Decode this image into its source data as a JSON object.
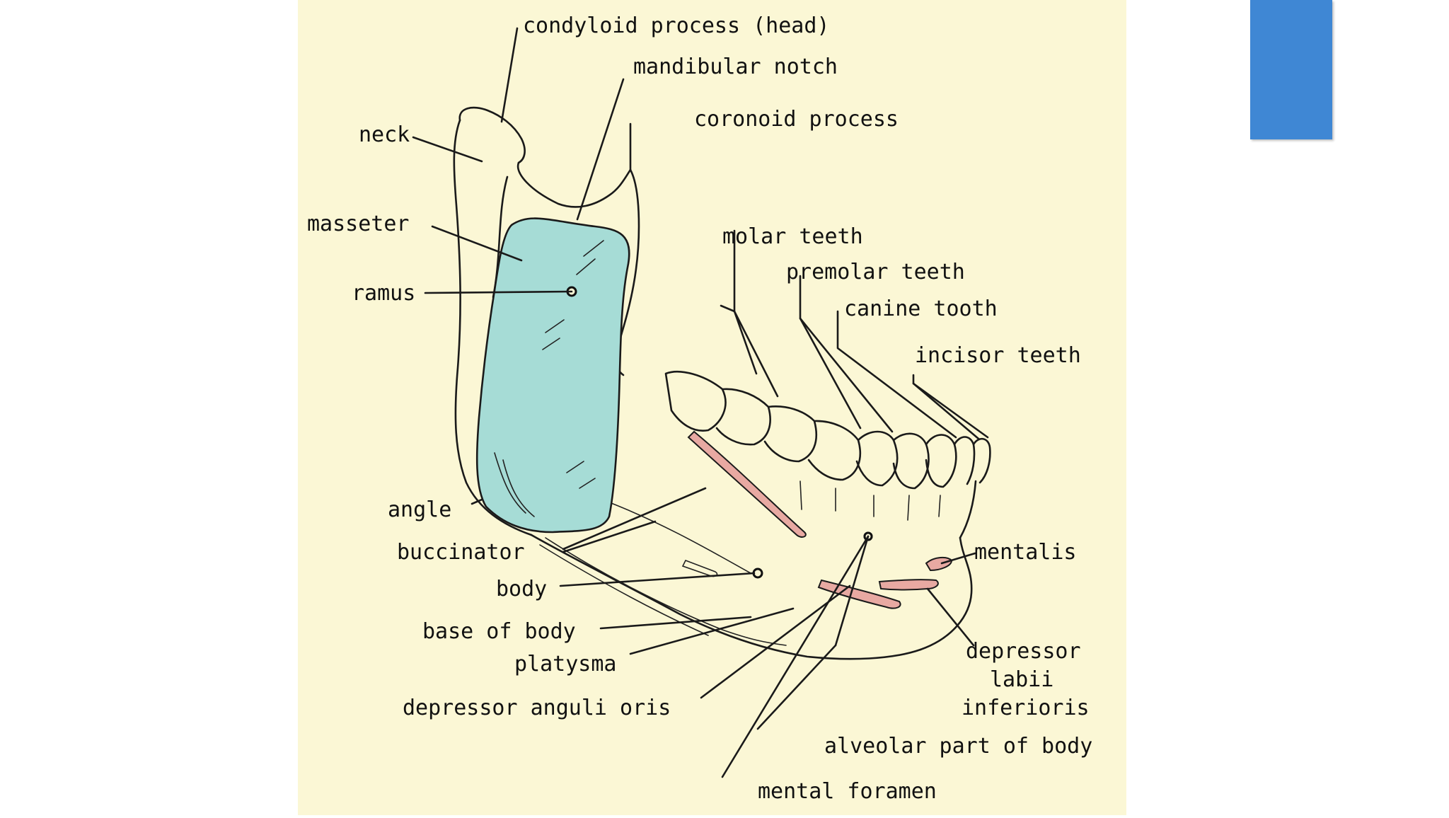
{
  "colors": {
    "figure_background": "#fbf7d5",
    "masseter_fill": "#a6dcd6",
    "muscle_pink": "#e8a9a2",
    "accent_block": "#3f87d4"
  },
  "diagram": {
    "labels": {
      "condyloid_process": "condyloid process (head)",
      "mandibular_notch": "mandibular notch",
      "coronoid_process": "coronoid process",
      "neck": "neck",
      "masseter": "masseter",
      "ramus": "ramus",
      "molar_teeth": "molar teeth",
      "premolar_teeth": "premolar teeth",
      "canine_tooth": "canine tooth",
      "incisor_teeth": "incisor teeth",
      "angle": "angle",
      "buccinator": "buccinator",
      "mentalis": "mentalis",
      "body": "body",
      "base_of_body": "base of body",
      "platysma": "platysma",
      "depressor_labii_line1": "depressor",
      "depressor_labii_line2": "labii",
      "depressor_labii_line3": "inferioris",
      "depressor_anguli_oris": "depressor anguli oris",
      "alveolar_part": "alveolar part of body",
      "mental_foramen": "mental foramen"
    }
  }
}
